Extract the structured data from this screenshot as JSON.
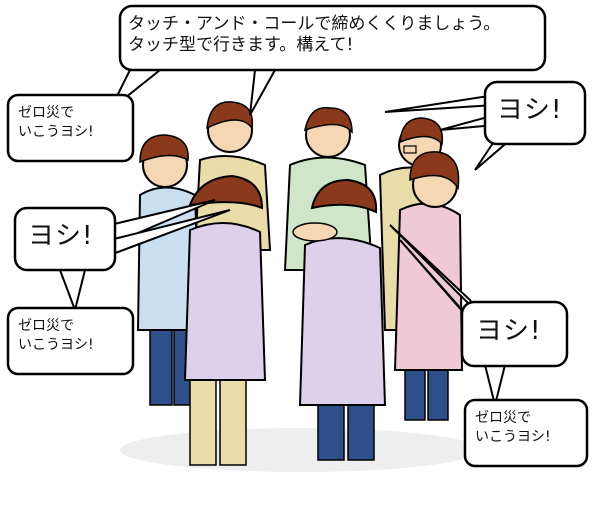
{
  "speech": {
    "leader": "タッチ・アンド・コールで締めくくりましょう。\nタッチ型で行きます。構えて!",
    "left_top": "ゼロ災で\nいこうヨシ!",
    "left_yoshi": "ヨシ!",
    "left_bottom": "ゼロ災で\nいこうヨシ!",
    "right_top_yoshi": "ヨシ!",
    "right_mid_yoshi": "ヨシ!",
    "right_bottom": "ゼロ災で\nいこうヨシ!"
  },
  "colors": {
    "hair": "#8a3a1a",
    "skin": "#f6d7b4",
    "apron_blue": "#c9dff0",
    "apron_green": "#cfe6c8",
    "apron_purple": "#ddd0ea",
    "apron_pink": "#f0c9d6",
    "pants_navy": "#2e4f8a",
    "pants_khaki": "#eadca8"
  }
}
